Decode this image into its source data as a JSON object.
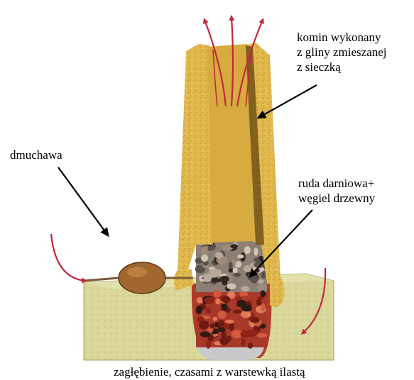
{
  "labels": {
    "chimney": [
      "komin wykonany",
      "z gliny zmieszanej",
      " z sieczką"
    ],
    "blower": "dmuchawa",
    "ore": [
      "ruda darniowa+",
      "węgiel drzewny"
    ],
    "pit": "zagłębienie, czasami z warstewką ilastą"
  },
  "colors": {
    "clay": "#e0b84e",
    "clay_dark": "#b98b2a",
    "ground": "#d9d79a",
    "ground_dark": "#b3b06a",
    "ore_fill": "#8b7f74",
    "charcoal_red": "#b23a2a",
    "slag": "#c9c9c9",
    "airflow": "#c0283c",
    "pointer": "#000000",
    "bellows": "#a0672e"
  }
}
